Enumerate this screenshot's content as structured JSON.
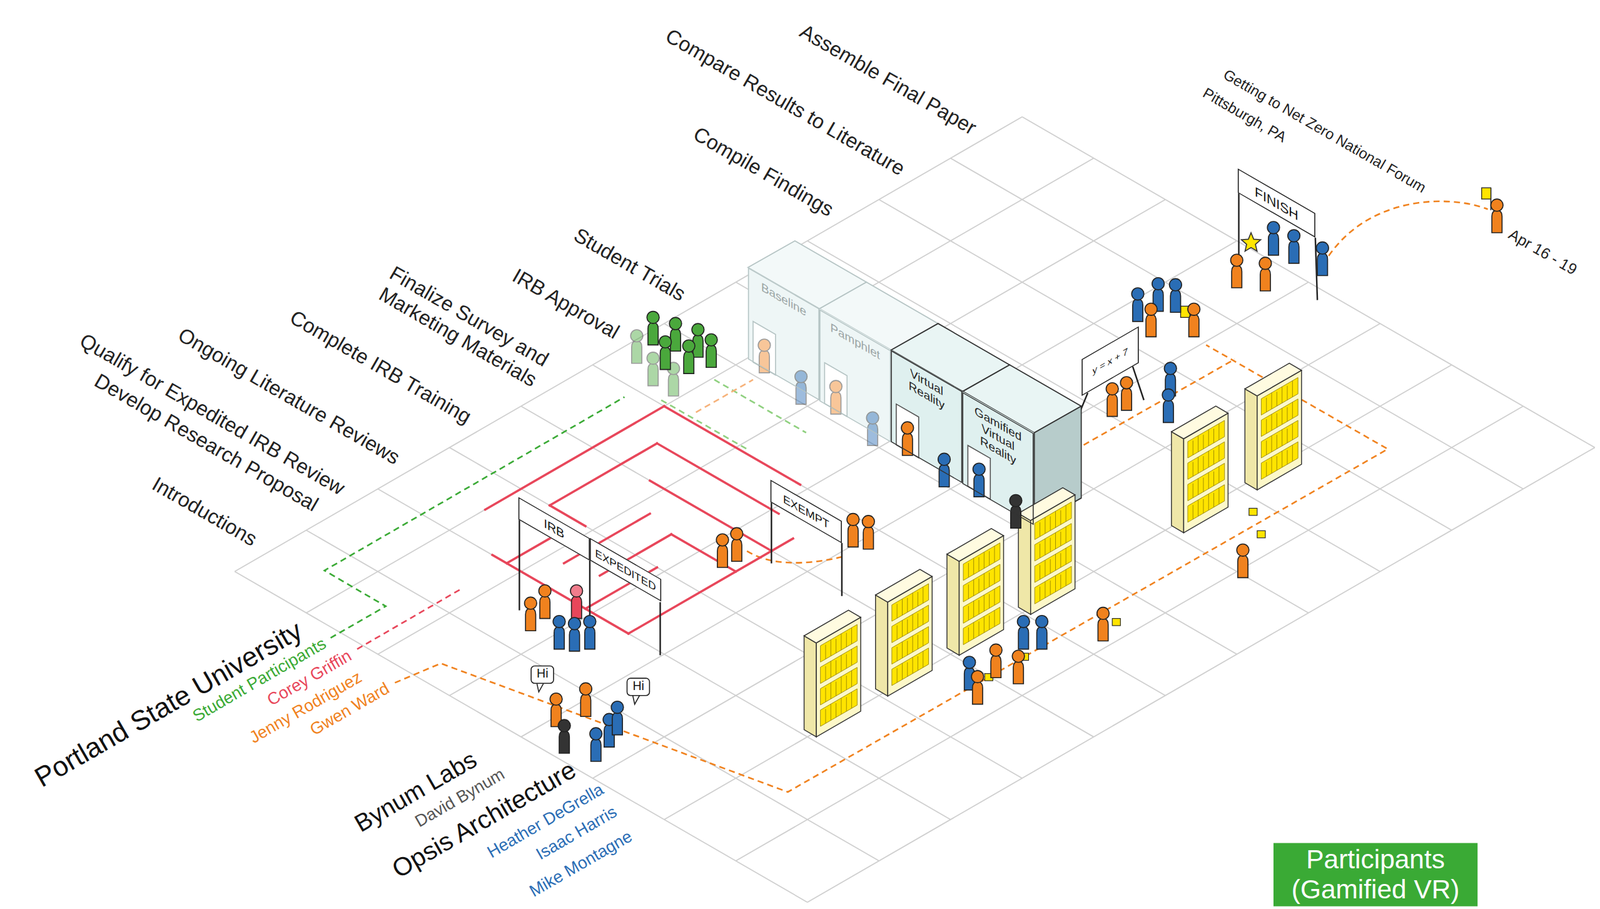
{
  "diagram": {
    "nodes": [
      {
        "text": [
          "Baseline"
        ]
      },
      {
        "text": [
          "Pamphlet"
        ]
      },
      {
        "text": [
          "Virtual Reality"
        ]
      },
      {
        "text": [
          "Gamified Virtual Reality"
        ]
      },
      {
        "text": [
          "FINISH"
        ]
      },
      {
        "text": [
          "y = x + 7"
        ]
      },
      {
        "text": [
          "IRB"
        ]
      },
      {
        "text": [
          "EXPEDITED"
        ]
      },
      {
        "text": [
          "EXEMPT"
        ]
      },
      {
        "text": [
          "Hi"
        ]
      },
      {
        "text": [
          "Hi"
        ]
      },
      {
        "text": [
          "Participants (Gamified VR)"
        ]
      }
    ],
    "labels": [
      "Assemble Final Paper",
      "Compare Results to Literature",
      "Compile Findings",
      "Student Trials",
      "IRB Approval",
      "Finalize Survey and Marketing Materials",
      "Complete IRB Training",
      "Ongoing Literature Reviews",
      "Qualify for Expedited IRB Review",
      "Develop Research Proposal",
      "Introductions",
      "Getting to Net Zero National Forum",
      "Pittsburgh, PA",
      "Apr 16 - 19",
      "Portland State University",
      "Student Participants",
      "Corey Griffin",
      "Jenny Rodriguez",
      "Gwen Ward",
      "Bynum Labs",
      "David Bynum",
      "Opsis Architecture",
      "Heather DeGrella",
      "Isaac Harris",
      "Mike Montagne"
    ]
  }
}
